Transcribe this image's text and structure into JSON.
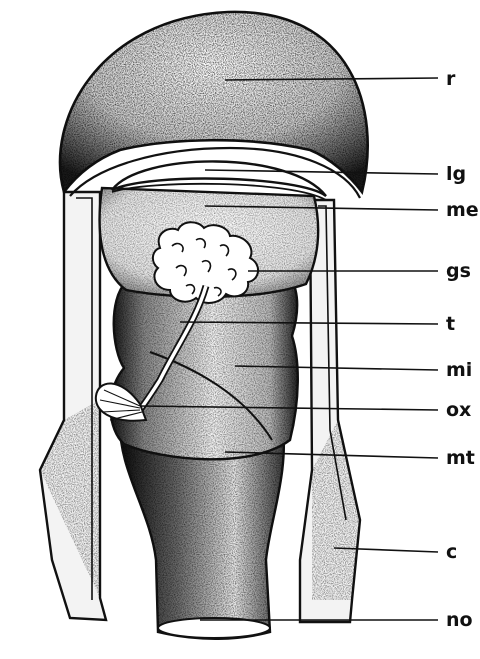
{
  "figure": {
    "ink_color": "#111111",
    "paper_color": "#ffffff",
    "labels": {
      "r": "r",
      "lg": "lg",
      "me": "me",
      "gs": "gs",
      "t": "t",
      "mi": "mi",
      "ox": "ox",
      "mt": "mt",
      "c": "c",
      "no": "no"
    }
  }
}
